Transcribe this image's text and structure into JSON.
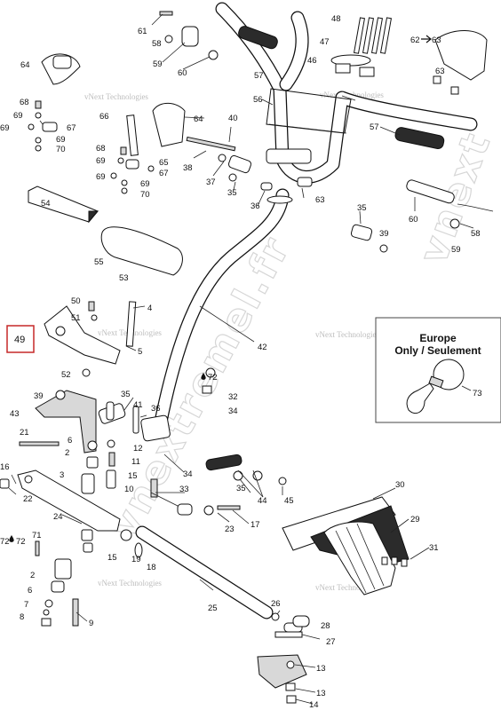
{
  "watermark": {
    "brand": "vNext Technologies",
    "site_text": "vnextremel.fr",
    "site_text_edge": "vnext"
  },
  "callout": {
    "label": "49"
  },
  "inset": {
    "title_line1": "Europe",
    "title_line2": "Only / Seulement",
    "part_label": "73"
  },
  "arrow_ref": {
    "from": "62",
    "to": "63"
  },
  "grease_symbols": [
    "72",
    "72"
  ],
  "part_labels": [
    "61",
    "58",
    "59",
    "60",
    "57",
    "48",
    "47",
    "46",
    "62",
    "63",
    "64",
    "68",
    "69",
    "69",
    "66",
    "67",
    "69",
    "70",
    "64",
    "40",
    "56",
    "57",
    "68",
    "65",
    "69",
    "67",
    "69",
    "69",
    "70",
    "38",
    "37",
    "35",
    "63",
    "36",
    "35",
    "39",
    "60",
    "58",
    "59",
    "54",
    "55",
    "53",
    "42",
    "50",
    "4",
    "51",
    "5",
    "52",
    "39",
    "35",
    "41",
    "32",
    "34",
    "36",
    "43",
    "21",
    "6",
    "2",
    "12",
    "11",
    "3",
    "15",
    "10",
    "34",
    "33",
    "35",
    "44",
    "45",
    "16",
    "22",
    "24",
    "23",
    "17",
    "71",
    "72",
    "2",
    "15",
    "19",
    "18",
    "6",
    "7",
    "8",
    "9",
    "25",
    "26",
    "28",
    "27",
    "30",
    "29",
    "31",
    "13",
    "13",
    "14"
  ]
}
